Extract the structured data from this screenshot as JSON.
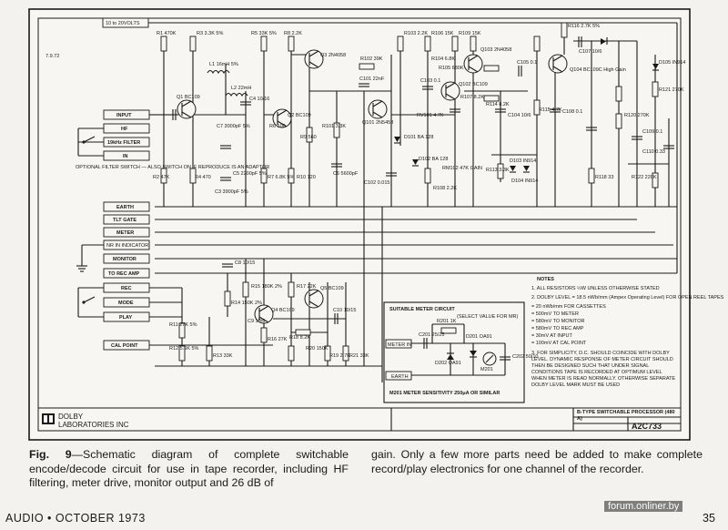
{
  "diagram": {
    "top_label": "10 to 20VOLTS",
    "date_mark": "7.9.72",
    "inputs": [
      {
        "id": "input",
        "label": "INPUT"
      },
      {
        "id": "hf",
        "label": "HF"
      },
      {
        "id": "filter",
        "label": "19kHz FILTER"
      },
      {
        "id": "in",
        "label": "IN"
      }
    ],
    "optional_note": "OPTIONAL FILTER SWITCH — ALSO SWITCH ON IF REPRODUCE IS AN ADAPTOR",
    "rails": [
      {
        "id": "earth",
        "label": "EARTH"
      },
      {
        "id": "tlt",
        "label": "TLT GATE"
      },
      {
        "id": "meter",
        "label": "METER"
      },
      {
        "id": "nr",
        "label": "NR IN INDICATOR"
      },
      {
        "id": "monitor",
        "label": "MONITOR"
      },
      {
        "id": "torec",
        "label": "TO REC AMP"
      },
      {
        "id": "rec",
        "label": "REC"
      },
      {
        "id": "mode",
        "label": "MODE"
      },
      {
        "id": "play",
        "label": "PLAY"
      },
      {
        "id": "calpoint",
        "label": "CAL POINT"
      }
    ],
    "components": [
      {
        "id": "r1",
        "label": "R1 470K"
      },
      {
        "id": "r3",
        "label": "R3 3.3K 5%"
      },
      {
        "id": "q1",
        "label": "Q1 BC109"
      },
      {
        "id": "l1",
        "label": "L1 16mH 5%"
      },
      {
        "id": "l2",
        "label": "L2 22mH"
      },
      {
        "id": "c7",
        "label": "C7 3000pF 5%"
      },
      {
        "id": "c4",
        "label": "C4 10/16"
      },
      {
        "id": "r5",
        "label": "R5 33K 5%"
      },
      {
        "id": "r8",
        "label": "R8 2.2K"
      },
      {
        "id": "q3",
        "label": "Q3 2N4058"
      },
      {
        "id": "q2",
        "label": "Q2 BC109"
      },
      {
        "id": "r6",
        "label": "R6 100"
      },
      {
        "id": "r9",
        "label": "R9 560"
      },
      {
        "id": "r2",
        "label": "R2 47K"
      },
      {
        "id": "r4",
        "label": "R4 470"
      },
      {
        "id": "c5",
        "label": "C5 2200pF 5%"
      },
      {
        "id": "c3",
        "label": "C3 3900pF 5%"
      },
      {
        "id": "r7",
        "label": "R7 6.8K 5%"
      },
      {
        "id": "r10",
        "label": "R10 120"
      },
      {
        "id": "c6",
        "label": "C6 5600pF"
      },
      {
        "id": "c102",
        "label": "C102 0.015"
      },
      {
        "id": "c101",
        "label": "C101 22nF"
      },
      {
        "id": "r102",
        "label": "R102 39K"
      },
      {
        "id": "r101",
        "label": "R101 3.3K"
      },
      {
        "id": "q101",
        "label": "Q101 2N5458"
      },
      {
        "id": "d101",
        "label": "D101 BA 128"
      },
      {
        "id": "r103",
        "label": "R103 2.2K"
      },
      {
        "id": "r104",
        "label": "R104 6.8K"
      },
      {
        "id": "r105",
        "label": "R105 680K"
      },
      {
        "id": "q102",
        "label": "Q102 BC109"
      },
      {
        "id": "c103",
        "label": "C103 0.1"
      },
      {
        "id": "rv101",
        "label": "RV101 4.7K"
      },
      {
        "id": "d102",
        "label": "D102 BA 128"
      },
      {
        "id": "r106",
        "label": "R106 15K"
      },
      {
        "id": "r107",
        "label": "R107 8.2K"
      },
      {
        "id": "r108",
        "label": "R108 2.2K"
      },
      {
        "id": "rm102",
        "label": "RM102 47K GAIN"
      },
      {
        "id": "r109",
        "label": "R109 15K"
      },
      {
        "id": "q103",
        "label": "Q103 2N4058"
      },
      {
        "id": "c105",
        "label": "C105 0.1"
      },
      {
        "id": "c104",
        "label": "C104 10/6"
      },
      {
        "id": "r113",
        "label": "R113 3.3K"
      },
      {
        "id": "d103",
        "label": "D103 IN914"
      },
      {
        "id": "d104",
        "label": "D104 IN914"
      },
      {
        "id": "r114",
        "label": "R114 8.2K"
      },
      {
        "id": "r115",
        "label": "R115 4.7K"
      },
      {
        "id": "r116",
        "label": "R116 2.7K 5%"
      },
      {
        "id": "q104",
        "label": "Q104 BC109C High Gain"
      },
      {
        "id": "c108",
        "label": "C108 0.1"
      },
      {
        "id": "c107",
        "label": "C107 10/6"
      },
      {
        "id": "r118",
        "label": "R118 33"
      },
      {
        "id": "c109",
        "label": "C109 0.1"
      },
      {
        "id": "r120",
        "label": "R120 270K"
      },
      {
        "id": "d105",
        "label": "D105 IN914"
      },
      {
        "id": "r121",
        "label": "R121 270K"
      },
      {
        "id": "c110",
        "label": "C110 0.33"
      },
      {
        "id": "r122",
        "label": "R122 220K"
      },
      {
        "id": "c8",
        "label": "C8 10/15"
      },
      {
        "id": "r15",
        "label": "R15 180K 2%"
      },
      {
        "id": "r14",
        "label": "R14 150K 2%"
      },
      {
        "id": "c9",
        "label": "C9 10/6"
      },
      {
        "id": "r16",
        "label": "R16 27K"
      },
      {
        "id": "r17",
        "label": "R17 22K"
      },
      {
        "id": "q4",
        "label": "Q4 BC109"
      },
      {
        "id": "q5",
        "label": "Q5 BC109"
      },
      {
        "id": "r18",
        "label": "R18 8.2K"
      },
      {
        "id": "r20",
        "label": "R20 150K"
      },
      {
        "id": "r19",
        "label": "R19 2.7K"
      },
      {
        "id": "r13",
        "label": "R13 33K"
      },
      {
        "id": "r11",
        "label": "R11 27K 5%"
      },
      {
        "id": "r12",
        "label": "R12 5.6K 5%"
      },
      {
        "id": "c10",
        "label": "C10 10/15"
      },
      {
        "id": "r21",
        "label": "R21 33K"
      }
    ],
    "meter_circuit": {
      "title": "SUITABLE METER CIRCUIT",
      "meter_in": "METER IN",
      "earth": "EARTH",
      "r201": "R201 1K",
      "r201_note": "(SELECT VALUE FOR MR)",
      "c201": "C201 25/25",
      "d201": "D201 OA91",
      "d202": "D202 OA91",
      "c202": "C202 50/10",
      "m201": "M201",
      "meter_note": "M201  METER SENSITIVITY 250μA OR SIMILAR"
    },
    "notes": {
      "title": "NOTES",
      "lines": [
        "1. ALL RESISTORS ½W UNLESS OTHERWISE STATED",
        "2. DOLBY LEVEL = 18.5 nWb/mm (Ampex Operating Level) FOR OPEN REEL TAPES",
        "   = 20 nWb/mm FOR CASSETTES",
        "   = 500mV TO METER",
        "   = 580mV TO MONITOR",
        "   = 580mV TO REC AMP",
        "   = 30mV AT INPUT",
        "   = 100mV AT CAL POINT",
        "3. FOR SIMPLICITY, D.C. SHOULD COINCIDE WITH DOLBY LEVEL. DYNAMIC RESPONSE OF METER CIRCUIT SHOULD THEN BE DESIGNED SUCH THAT UNDER SIGNAL CONDITIONS TAPE IS RECORDED AT OPTIMUM LEVEL WHEN METER IS READ NORMALLY. OTHERWISE SEPARATE DOLBY LEVEL MARK MUST BE USED"
      ]
    },
    "title_block": {
      "company_line1": "DOLBY",
      "company_line2": "LABORATORIES INC",
      "description": "B-TYPE SWITCHABLE PROCESSOR (480 A)",
      "drawing_number": "A2C733"
    }
  },
  "caption": {
    "fig_label": "Fig. 9",
    "left_text": "—Schematic diagram of complete switchable encode/decode circuit for use in tape recorder, including HF filtering, meter drive, monitor output and 26 dB of",
    "right_text": "gain. Only a few more parts need be added to make complete record/play electronics for one channel of the recorder."
  },
  "footer": {
    "left": "AUDIO • OCTOBER 1973",
    "page": "35",
    "watermark": "forum.onliner.by"
  }
}
